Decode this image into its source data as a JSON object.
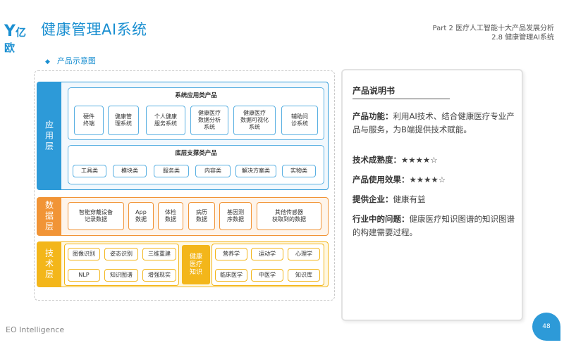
{
  "header": {
    "logo_text": "亿欧",
    "title": "健康管理AI系统",
    "section_line1": "Part 2 医疗人工智能十大产品发展分析",
    "section_line2": "2.8 健康管理AI系统"
  },
  "subtitle": {
    "bullet": "◆",
    "text": "产品示意图"
  },
  "diagram": {
    "app_layer": {
      "label": "应用层",
      "app_products": {
        "title": "系统应用类产品",
        "items": [
          "硬件\n终端",
          "健康管\n理系统",
          "个人健康\n服务系统",
          "健康医疗\n数据分析\n系统",
          "健康医疗\n数据可视化\n系统",
          "辅助问\n诊系统"
        ]
      },
      "support_products": {
        "title": "底层支撑类产品",
        "items": [
          "工具类",
          "模块类",
          "服务类",
          "内容类",
          "解决方案类",
          "实物类"
        ]
      }
    },
    "data_layer": {
      "label": "数据层",
      "items": [
        "智能穿戴设备\n记录数据",
        "App\n数据",
        "体检\n数据",
        "病历\n数据",
        "基因测\n序数据",
        "其他传感器\n获取到的数据"
      ]
    },
    "tech_layer": {
      "label": "技术层",
      "left_items": [
        "图像识别",
        "姿态识别",
        "三维重建",
        "NLP",
        "知识图谱",
        "增强现实"
      ],
      "knowledge_label": "健康\n医疗\n知识",
      "right_items": [
        "营养学",
        "运动学",
        "心理学",
        "临床医学",
        "中医学",
        "知识库"
      ]
    }
  },
  "manual": {
    "title": "产品说明书",
    "function_label": "产品功能：",
    "function_text": "利用AI技术、结合健康医疗专业产品与服务，为B端提供技术赋能。",
    "maturity_label": "技术成熟度：",
    "maturity_stars": "★★★★☆",
    "effect_label": "产品使用效果：",
    "effect_stars": "★★★★☆",
    "company_label": "提供企业：",
    "company_text": "健康有益",
    "problem_label": "行业中的问题：",
    "problem_text": "健康医疗知识图谱的知识图谱的构建需要过程。"
  },
  "footer": {
    "brand": "EO Intelligence",
    "page": "48"
  }
}
